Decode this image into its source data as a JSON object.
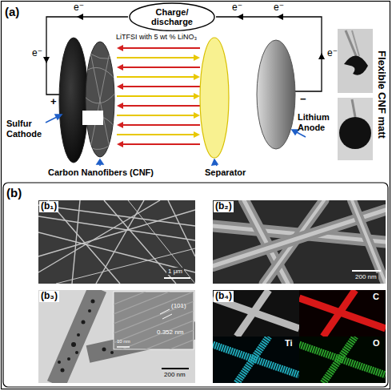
{
  "diagram": {
    "nodes": [
      {
        "text": [
          "Charge/ discharge"
        ]
      }
    ],
    "labels": [
      "(a)",
      "e⁻",
      "e⁻",
      "e⁻",
      "e⁻",
      "e⁻",
      "LiTFSI with 5 wt % LiNO₃",
      "+",
      "−",
      "Sulfur Cathode",
      "Carbon Nanofibers (CNF)",
      "Separator",
      "Lithium Anode",
      "Flexible CNF matt",
      "(b)",
      "(b₁)",
      "1 μm",
      "(b₂)",
      "200 nm",
      "(b₃)",
      "(101)",
      "0.352 nm",
      "10 nm",
      "200 nm",
      "(b₄)",
      "C",
      "Ti",
      "O"
    ]
  }
}
